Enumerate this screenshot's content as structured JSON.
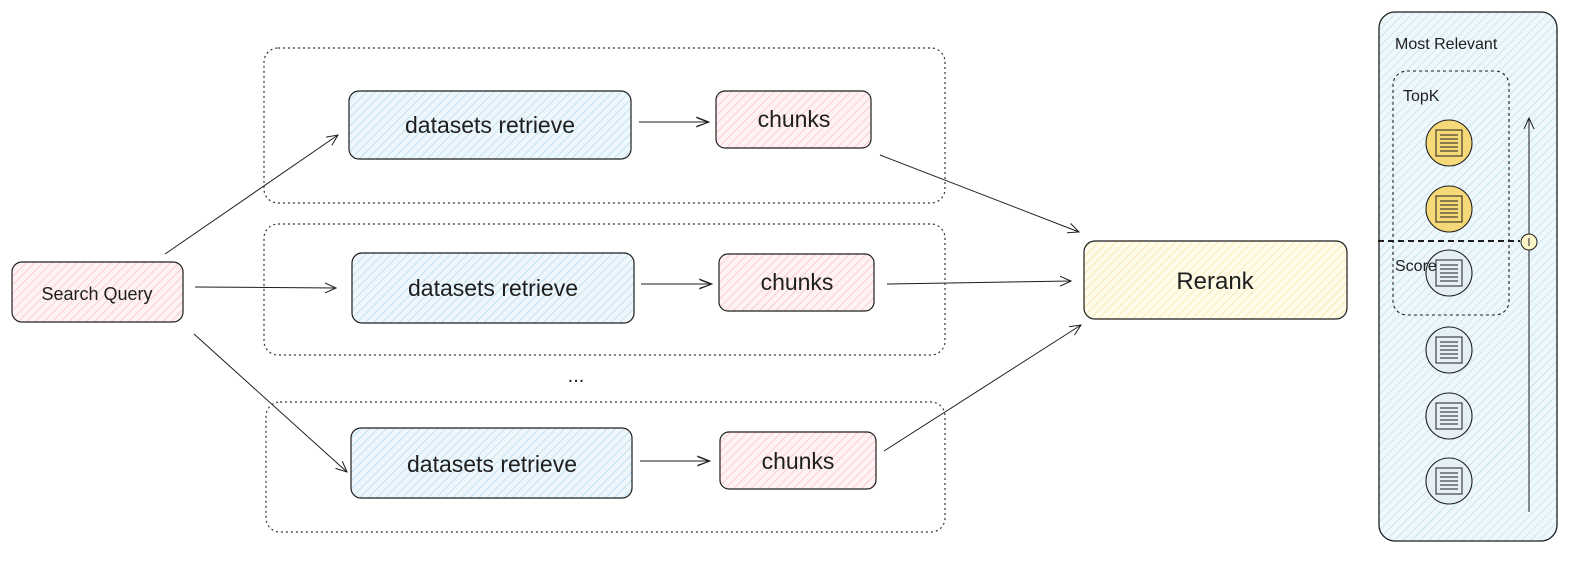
{
  "search_query": {
    "label": "Search Query"
  },
  "rows": [
    {
      "retrieve_label": "datasets retrieve",
      "chunks_label": "chunks"
    },
    {
      "retrieve_label": "datasets retrieve",
      "chunks_label": "chunks"
    },
    {
      "retrieve_label": "datasets retrieve",
      "chunks_label": "chunks"
    }
  ],
  "ellipsis": "...",
  "rerank": {
    "label": "Rerank"
  },
  "panel": {
    "title": "Most Relevant",
    "topk_label": "TopK",
    "score_label": "Score",
    "documents": [
      {
        "state": "selected"
      },
      {
        "state": "selected"
      },
      {
        "state": "unselected"
      },
      {
        "state": "unselected"
      },
      {
        "state": "unselected"
      },
      {
        "state": "unselected"
      }
    ]
  },
  "colors": {
    "query_fill": "#fde2e4",
    "retrieve_fill": "#d6ecf7",
    "chunks_fill": "#fde2e4",
    "rerank_fill": "#fcf1c4",
    "panel_fill": "#dceef6",
    "doc_selected": "#f5d878",
    "doc_unselected": "#e4f0f6",
    "stroke": "#1e1e1e"
  }
}
